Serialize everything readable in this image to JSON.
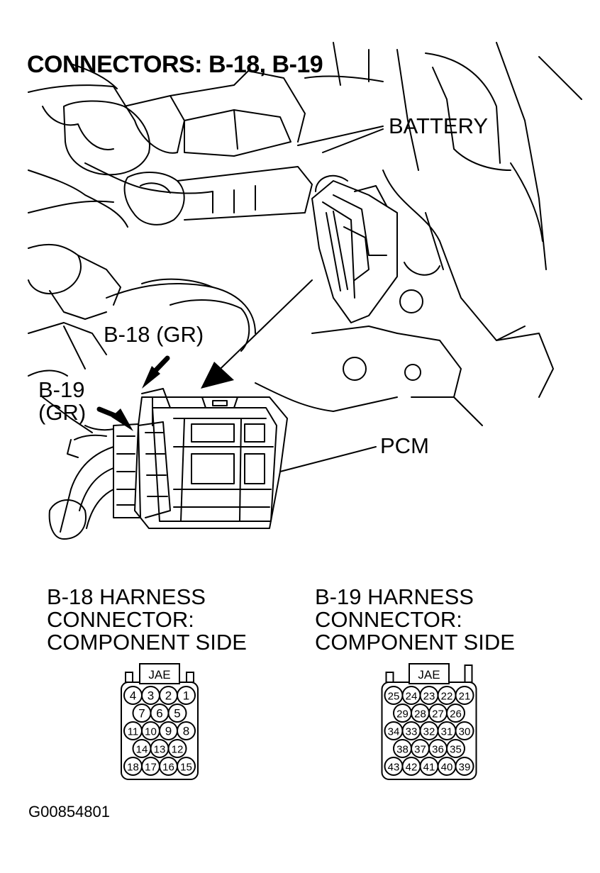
{
  "title": "CONNECTORS: B-18, B-19",
  "labels": {
    "battery": "BATTERY",
    "b18": "B-18 (GR)",
    "b19_line1": "B-19",
    "b19_line2": "(GR)",
    "pcm": "PCM"
  },
  "connectors": [
    {
      "heading": [
        "B-18 HARNESS",
        "CONNECTOR:",
        "COMPONENT SIDE"
      ],
      "key_label": "JAE",
      "rows": [
        [
          "4",
          "3",
          "2",
          "1"
        ],
        [
          "7",
          "6",
          "5"
        ],
        [
          "11",
          "10",
          "9",
          "8"
        ],
        [
          "14",
          "13",
          "12"
        ],
        [
          "18",
          "17",
          "16",
          "15"
        ]
      ]
    },
    {
      "heading": [
        "B-19 HARNESS",
        "CONNECTOR:",
        "COMPONENT SIDE"
      ],
      "key_label": "JAE",
      "rows": [
        [
          "25",
          "24",
          "23",
          "22",
          "21"
        ],
        [
          "29",
          "28",
          "27",
          "26"
        ],
        [
          "34",
          "33",
          "32",
          "31",
          "30"
        ],
        [
          "38",
          "37",
          "36",
          "35"
        ],
        [
          "43",
          "42",
          "41",
          "40",
          "39"
        ]
      ]
    }
  ],
  "figure_id": "G00854801"
}
